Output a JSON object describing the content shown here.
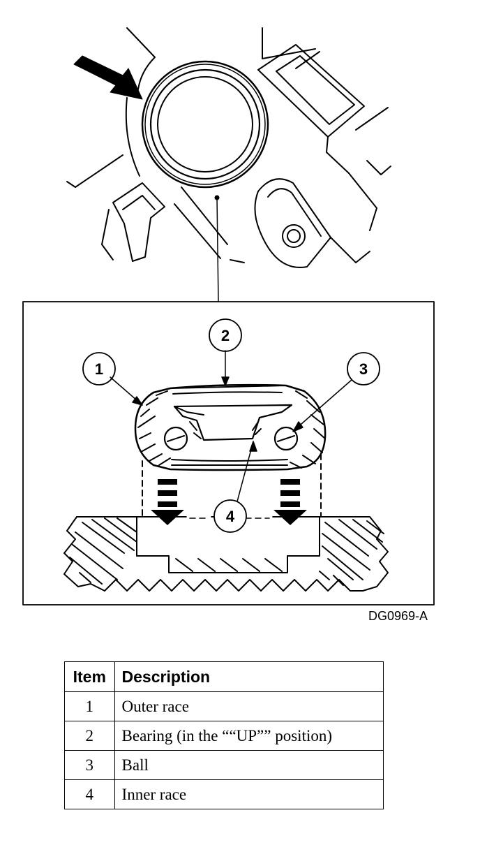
{
  "figure_id": "DG0969-A",
  "callouts": [
    "1",
    "2",
    "3",
    "4"
  ],
  "legend": {
    "header_item": "Item",
    "header_description": "Description",
    "rows": [
      {
        "item": "1",
        "description": "Outer race"
      },
      {
        "item": "2",
        "description": "Bearing (in the ““UP”” position)"
      },
      {
        "item": "3",
        "description": "Ball"
      },
      {
        "item": "4",
        "description": "Inner race"
      }
    ]
  }
}
